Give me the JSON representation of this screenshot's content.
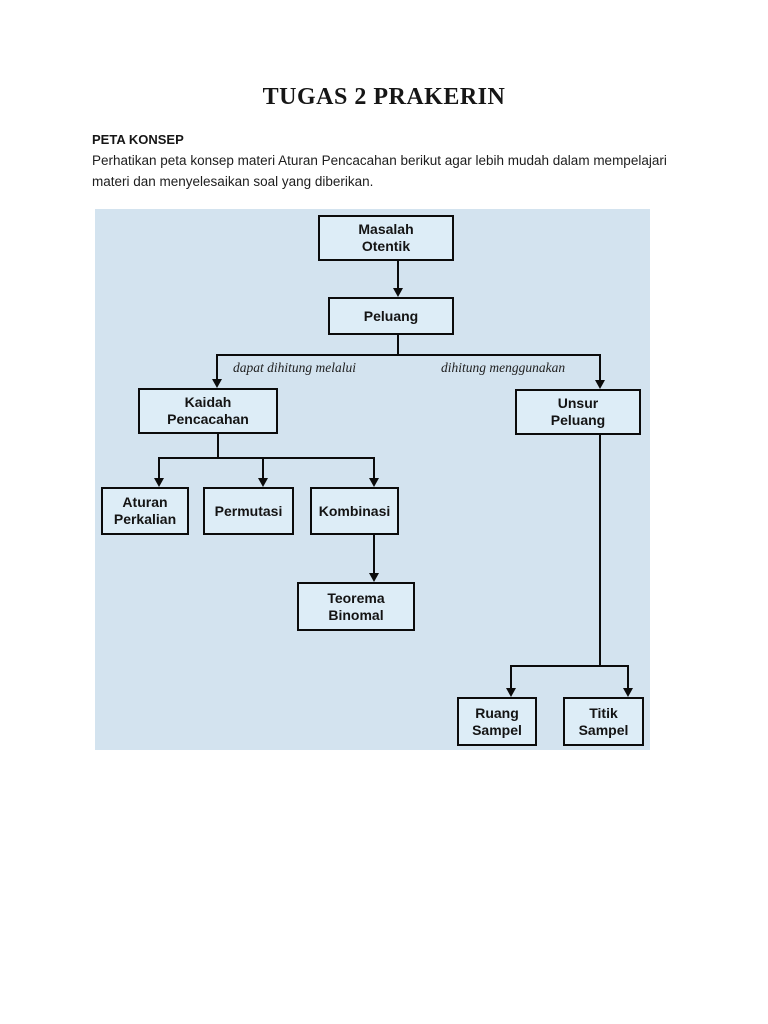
{
  "page": {
    "title": "TUGAS 2 PRAKERIN",
    "section_heading": "PETA KONSEP",
    "intro_lines": [
      "Perhatikan peta konsep materi Aturan Pencacahan berikut agar lebih mudah dalam mempelajari",
      "materi dan menyelesaikan soal yang diberikan."
    ]
  },
  "colors": {
    "diagram_bg": "#d3e3ef",
    "node_fill": "#ddedf7",
    "node_border": "#0b0b0b",
    "line_color": "#0b0b0b"
  },
  "diagram": {
    "nodes": {
      "masalah_otentik": {
        "label": "Masalah\nOtentik"
      },
      "peluang": {
        "label": "Peluang"
      },
      "kaidah_pencacahan": {
        "label": "Kaidah\nPencacahan"
      },
      "unsur_peluang": {
        "label": "Unsur\nPeluang"
      },
      "aturan_perkalian": {
        "label": "Aturan\nPerkalian"
      },
      "permutasi": {
        "label": "Permutasi"
      },
      "kombinasi": {
        "label": "Kombinasi"
      },
      "teorema_binomal": {
        "label": "Teorema\nBinomal"
      },
      "ruang_sampel": {
        "label": "Ruang\nSampel"
      },
      "titik_sampel": {
        "label": "Titik\nSampel"
      }
    },
    "edge_labels": {
      "left_branch": "dapat dihitung melalui",
      "right_branch": "dihitung menggunakan"
    }
  }
}
